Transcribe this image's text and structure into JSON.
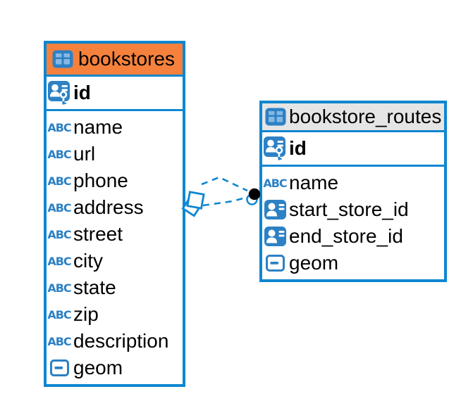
{
  "colors": {
    "accent": "#0f86d0",
    "header-orange": "#f5813d",
    "header-gray": "#e5e5e5",
    "icon-blue": "#2d81c4",
    "icon-cell-blue": "#87b7e2",
    "text-color": "#000000"
  },
  "icons": {
    "text_type_label": "ABC"
  },
  "tables": [
    {
      "name": "bookstores",
      "header_color": "#f5813d",
      "columns": [
        {
          "name": "id",
          "type": "primary-key"
        },
        {
          "name": "name",
          "type": "text"
        },
        {
          "name": "url",
          "type": "text"
        },
        {
          "name": "phone",
          "type": "text"
        },
        {
          "name": "address",
          "type": "text"
        },
        {
          "name": "street",
          "type": "text"
        },
        {
          "name": "city",
          "type": "text"
        },
        {
          "name": "state",
          "type": "text"
        },
        {
          "name": "zip",
          "type": "text"
        },
        {
          "name": "description",
          "type": "text"
        },
        {
          "name": "geom",
          "type": "geometry"
        }
      ]
    },
    {
      "name": "bookstore_routes",
      "header_color": "#e5e5e5",
      "columns": [
        {
          "name": "id",
          "type": "primary-key"
        },
        {
          "name": "name",
          "type": "text"
        },
        {
          "name": "start_store_id",
          "type": "reference"
        },
        {
          "name": "end_store_id",
          "type": "reference"
        },
        {
          "name": "geom",
          "type": "geometry"
        }
      ]
    }
  ],
  "relationships": {
    "line_count": 2,
    "style": "dashed",
    "left_table": "bookstores",
    "right_table": "bookstore_routes",
    "left_marker": "stacked-squares",
    "right_marker": "filled-dot-with-ring"
  }
}
